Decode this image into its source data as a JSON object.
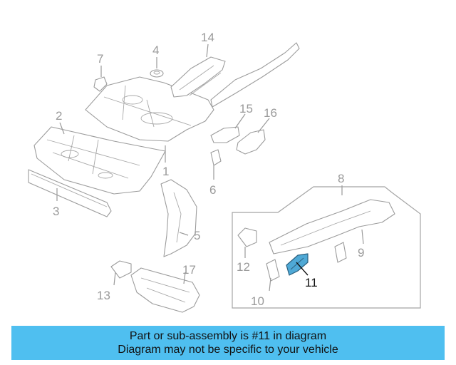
{
  "callouts": {
    "c1": "1",
    "c2": "2",
    "c3": "3",
    "c4": "4",
    "c5": "5",
    "c6": "6",
    "c7": "7",
    "c8": "8",
    "c9": "9",
    "c10": "10",
    "c11": "11",
    "c12": "12",
    "c13": "13",
    "c14": "14",
    "c15": "15",
    "c16": "16",
    "c17": "17"
  },
  "highlight_part": "11",
  "colors": {
    "highlight_part": "#4fa9d6",
    "banner": "#4fbff0",
    "line": "#9c9c9c"
  },
  "banner": {
    "line1": "Part or sub-assembly is #11 in diagram",
    "line2": "Diagram may not be specific to your vehicle"
  }
}
